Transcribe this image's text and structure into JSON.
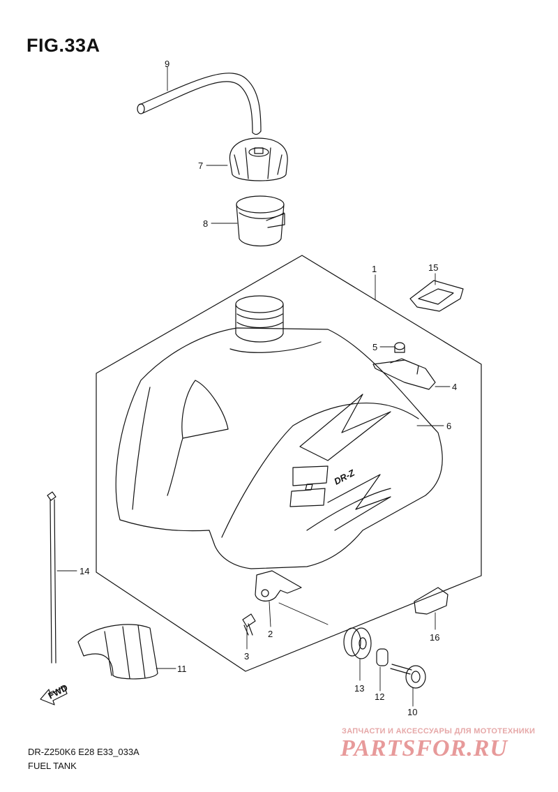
{
  "figure": {
    "title": "FIG.33A"
  },
  "callouts": {
    "c1": "1",
    "c2": "2",
    "c3": "3",
    "c4": "4",
    "c5": "5",
    "c6": "6",
    "c7": "7",
    "c8": "8",
    "c9": "9",
    "c10": "10",
    "c11": "11",
    "c12": "12",
    "c13": "13",
    "c14": "14",
    "c15": "15",
    "c16": "16"
  },
  "fwd_arrow_label": "FWD",
  "decal_text": "DR-Z",
  "footer": {
    "model_code": "DR-Z250K6 E28 E33_033A",
    "part_name": "FUEL TANK"
  },
  "watermark": {
    "tagline": "ЗАПЧАСТИ И АКСЕССУАРЫ ДЛЯ МОТОТЕХНИКИ",
    "brand": "PARTSFOR.RU"
  },
  "colors": {
    "line": "#111111",
    "watermark": "#e79a9a"
  }
}
